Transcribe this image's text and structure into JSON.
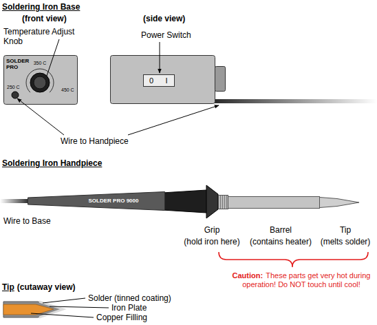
{
  "diagram": {
    "nodes": [
      {
        "text": [
          "SOLDER PRO",
          "350 C",
          "250 C",
          "450 C"
        ]
      },
      {
        "text": [
          "0",
          "I"
        ]
      },
      {
        "text": [
          "SOLDER PRO 9000"
        ]
      }
    ],
    "labels": [
      "Soldering Iron Base",
      "(front view)",
      "(side view)",
      "Temperature Adjust Knob",
      "Power Switch",
      "Wire to Handpiece",
      "Soldering Iron Handpiece",
      "Wire to Base",
      "Grip",
      "(hold iron here)",
      "Barrel",
      "(contains heater)",
      "Tip",
      "(melts solder)",
      "Caution:",
      "These parts get very hot during operation! Do NOT touch until cool!",
      "Tip",
      "(cutaway view)",
      "Solder (tinned coating)",
      "Iron Plate",
      "Copper Filling"
    ]
  }
}
